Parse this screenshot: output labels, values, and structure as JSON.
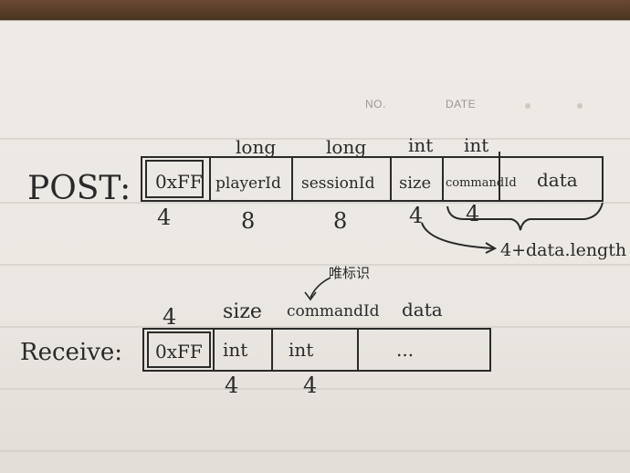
{
  "header": {
    "no_label": "NO.",
    "date_label": "DATE"
  },
  "post": {
    "label": "POST:",
    "types": [
      "long",
      "long",
      "int",
      "int"
    ],
    "fields": [
      "0xFF",
      "playerId",
      "sessionId",
      "size",
      "commandId",
      "data"
    ],
    "sizes": [
      "4",
      "8",
      "8",
      "4",
      "4"
    ],
    "annotation": "4+data.length"
  },
  "receive": {
    "label": "Receive:",
    "top_labels": [
      "4",
      "size",
      "commandId",
      "data"
    ],
    "annotation": "唯标识",
    "fields": [
      "0xFF",
      "int",
      "int",
      "..."
    ],
    "sizes": [
      "4",
      "4"
    ]
  }
}
